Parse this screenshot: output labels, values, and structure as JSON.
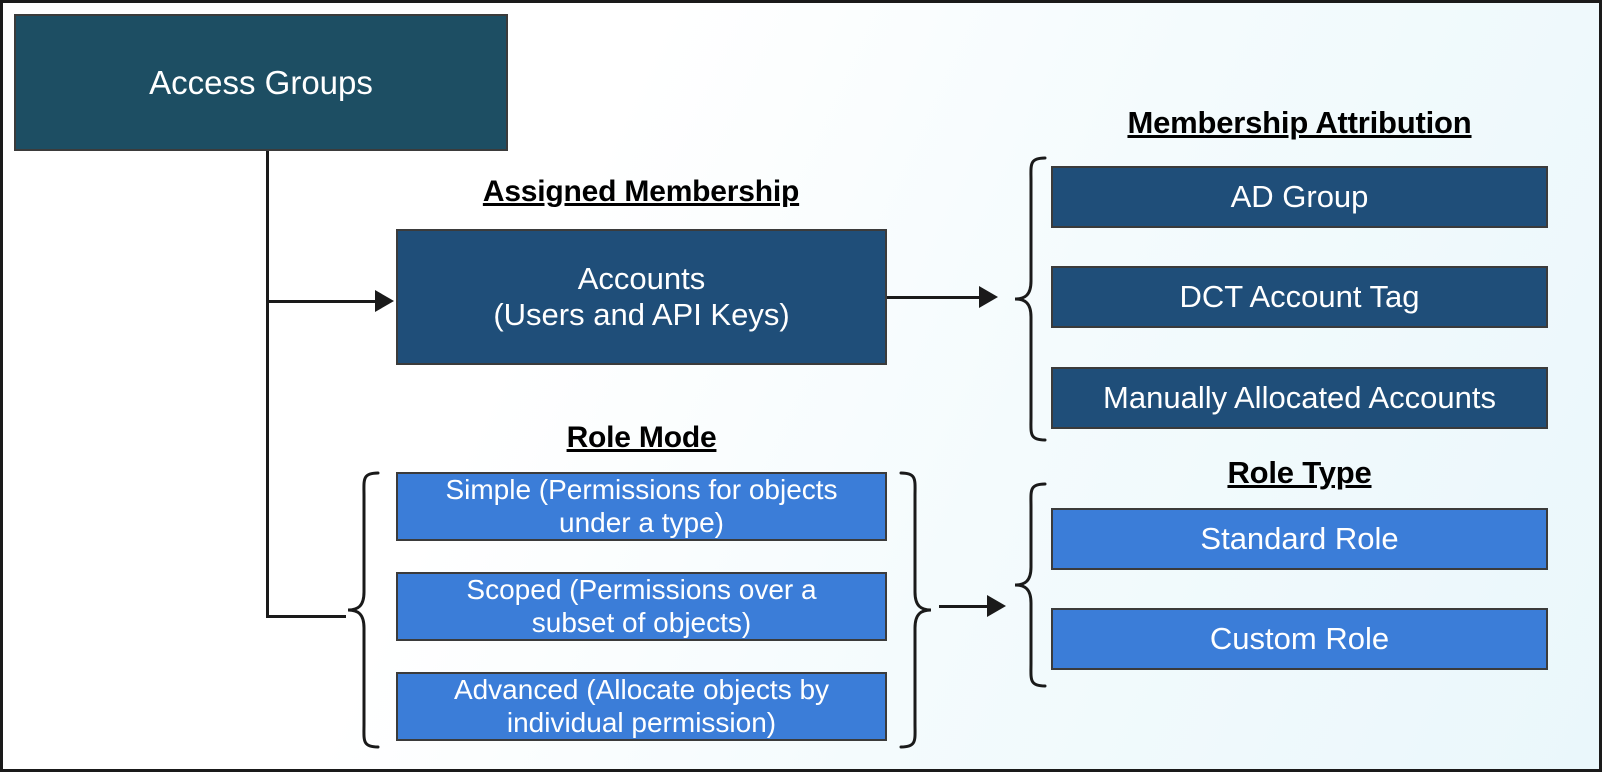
{
  "diagram": {
    "title_box": {
      "label": "Access Groups"
    },
    "sections": {
      "assigned_membership": {
        "heading": "Assigned Membership",
        "box": {
          "label": "Accounts\n(Users and API Keys)"
        }
      },
      "membership_attribution": {
        "heading": "Membership Attribution",
        "items": [
          {
            "label": "AD Group"
          },
          {
            "label": "DCT Account Tag"
          },
          {
            "label": "Manually Allocated Accounts"
          }
        ]
      },
      "role_mode": {
        "heading": "Role Mode",
        "items": [
          {
            "label": "Simple (Permissions for objects\nunder a type)"
          },
          {
            "label": "Scoped (Permissions over a\nsubset of objects)"
          },
          {
            "label": "Advanced (Allocate objects by\nindividual permission)"
          }
        ]
      },
      "role_type": {
        "heading": "Role Type",
        "items": [
          {
            "label": "Standard Role"
          },
          {
            "label": "Custom Role"
          }
        ]
      }
    },
    "colors": {
      "dark_teal": "#1d4e63",
      "navy": "#1f4e79",
      "blue": "#3b7dd8",
      "stroke": "#1a1a1a",
      "text_light": "#ffffff",
      "text_dark": "#000000"
    }
  }
}
